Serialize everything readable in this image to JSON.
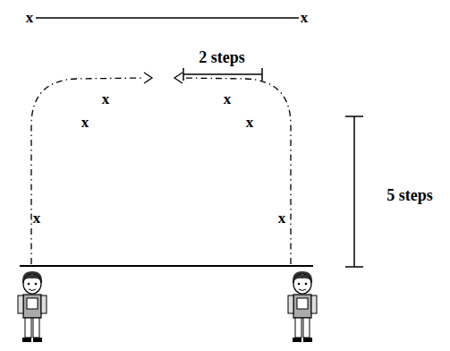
{
  "diagram": {
    "labels": [
      "x",
      "x",
      "x",
      "x",
      "x",
      "x",
      "x",
      "x",
      "2 steps",
      "5 steps"
    ]
  }
}
